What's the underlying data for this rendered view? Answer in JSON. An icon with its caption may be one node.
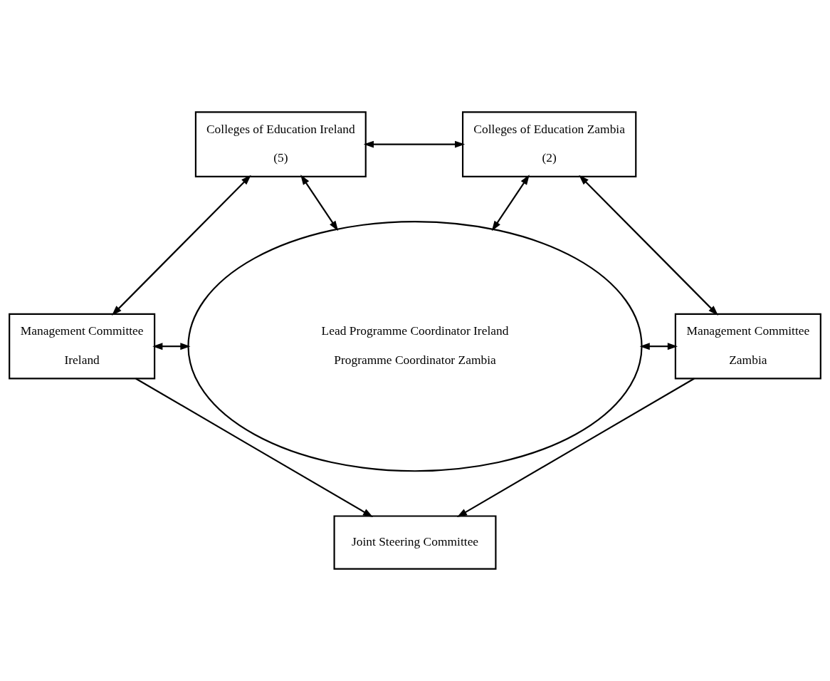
{
  "diagram": {
    "nodes": [
      {
        "text": [
          "Colleges of Education Ireland",
          "(5)"
        ]
      },
      {
        "text": [
          "Colleges of Education Zambia",
          "(2)"
        ]
      },
      {
        "text": [
          "Management Committee",
          "Ireland"
        ]
      },
      {
        "text": [
          "Lead Programme Coordinator Ireland",
          "Programme Coordinator Zambia"
        ]
      },
      {
        "text": [
          "Management Committee",
          "Zambia"
        ]
      },
      {
        "text": [
          "Joint Steering Committee"
        ]
      }
    ],
    "edges": [
      {
        "from": 0,
        "to": 1,
        "arrow": "both"
      },
      {
        "from": 0,
        "to": 2,
        "arrow": "both"
      },
      {
        "from": 0,
        "to": 3,
        "arrow": "both"
      },
      {
        "from": 1,
        "to": 3,
        "arrow": "both"
      },
      {
        "from": 1,
        "to": 4,
        "arrow": "both"
      },
      {
        "from": 2,
        "to": 3,
        "arrow": "both"
      },
      {
        "from": 3,
        "to": 4,
        "arrow": "both"
      },
      {
        "from": 2,
        "to": 5,
        "arrow": "to"
      },
      {
        "from": 4,
        "to": 5,
        "arrow": "to"
      }
    ]
  }
}
